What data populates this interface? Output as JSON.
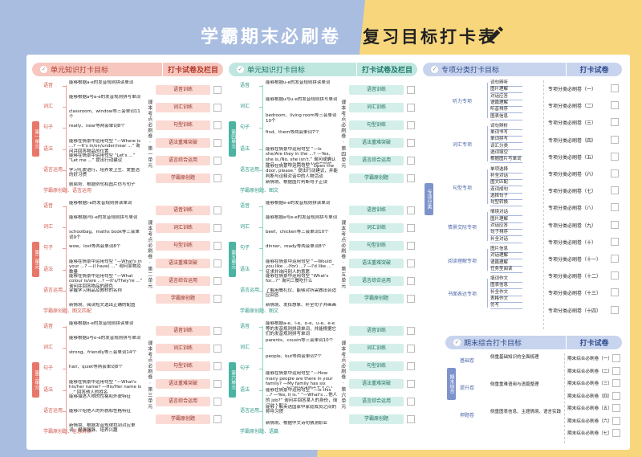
{
  "header": {
    "left_title": "学霸期末必刷卷",
    "right_title": "复习目标打卡表"
  },
  "col1": {
    "title": "单元知识打卡目标",
    "check_title": "打卡试卷及栏目",
    "units": [
      {
        "tag": "第一单元",
        "vlabel": "课本考点必刷卷 · 第一单元",
        "cats": [
          "语音",
          "词汇",
          "句子",
          "语法",
          "语言运用",
          "学霸原创题、语言运用"
        ],
        "texts": [
          "能够根据a-e的发音规则拼读单词",
          "能够根据a与a-e的发音规则拼写单词",
          "classroom、window等三会单词11个",
          "really、near等两会单词8个",
          "能够在情景中运用句型 “—Where is ...? —It's in/on/under/near ...” 询问并回答物品的位置",
          "能够在情景中运用句型 “Let's ...” “Let me ...” 提出行动建议",
          "学习礼貌语行，培养爱卫生、爱整洁的好习惯",
          "剧启势、根据例句和图片仿写句子"
        ],
        "chips": [
          "语音训练",
          "词汇训练",
          "句型训练",
          "语法重难突破",
          "语言综合运用",
          "学霸原创题"
        ]
      },
      {
        "tag": "第二单元",
        "vlabel": "课本考点必刷卷 · 第二单元",
        "cats": [
          "语音",
          "词汇",
          "句子",
          "语法",
          "语言运用",
          "学霸原创题、图文匹配"
        ],
        "texts": [
          "能够根据i-e的发音规则拼读单词",
          "能够根据i与i-e的发音规则拼写单词",
          "schoolbag、maths book等三会单词9个",
          "wow、lost等两会单词8个",
          "能够在情景中运用句型 “—What's in your ...? —(I have) ...” 询问某物及数量",
          "能够在情景中运用句型 “—What colour is/are ...? —It's/They're ...” 询问并回答物品的颜色",
          "掌握学习用品及教材的名称",
          "新情境、阅读短文选出正确的配图"
        ],
        "chips": [
          "语音训练",
          "词汇训练",
          "句型训练",
          "语法重难突破",
          "语言综合运用",
          "学霸原创题"
        ]
      },
      {
        "tag": "第三单元",
        "vlabel": "课本考点必刷卷 · 第三单元",
        "cats": [
          "语音",
          "词汇",
          "句子",
          "语法",
          "语言运用",
          "学霸原创题、信息转换"
        ],
        "texts": [
          "能够根据o-e的发音规则拼读单词",
          "能够根据o与o-e的发音规则拼写单词",
          "strong、friendly等三会单词14个",
          "hair、quiet等两会单词8个",
          "能够在情景中运用句型 “—What's his/her name? —His/Her name is ...” 回答他人的姓名",
          "能够描述人物的性格和外貌特征",
          "能够介绍他人的外貌和性格特征",
          "新情境、根据发音规律找到对应单词、增强强脉、培养兴趣"
        ],
        "chips": [
          "语音训练",
          "词汇训练",
          "句型训练",
          "语法重难突破",
          "语言综合运用",
          "学霸原创题"
        ]
      }
    ]
  },
  "col2": {
    "title": "单元知识打卡目标",
    "check_title": "打卡试卷及栏目",
    "units": [
      {
        "tag": "第四单元",
        "vlabel": "课本考点必刷卷 · 第四单元",
        "cats": [
          "语音",
          "词汇",
          "句子",
          "语法",
          "语言运用",
          "学霸原创题、图文"
        ],
        "texts": [
          "能够根据u-e的发音规则拼读单词",
          "能够根据u与u-e的发音规则拼写单词",
          "bedroom、living room等三会单词10个",
          "find、them等两会单词7个",
          "能够在情景中运用句型 “—Is she/Are they in the ...? —Yes, she is./No, she isn't.” 询问或确认物品、人物的位置并做出相应回答",
          "能够在情景中运用句型 “Open the door, please.” 提出行动建议，并能判断与诠释对话中的人物活动",
          "新情境、根据图片判断句子正误"
        ],
        "chips": [
          "语音训练",
          "词汇训练",
          "句型训练",
          "语法重难突破",
          "语言综合运用",
          "学霸原创题"
        ]
      },
      {
        "tag": "第五单元",
        "vlabel": "课本考点必刷卷 · 第五单元",
        "cats": [
          "语音",
          "词汇",
          "句子",
          "语法",
          "语言运用",
          "学霸原创题、图文"
        ],
        "texts": [
          "能够根据e-e的发音规则拼读单词",
          "能够根据e与e-e的发音规则拼写单词",
          "beef、chicken等三会单词10个",
          "dinner、ready等两会单词8个",
          "能够在情景中运用句型 “—Would you like ...(for) ...? —I'd like ...” 征求并询问别人的意愿",
          "能够在情景中运用句型 “What's for...?” 询问三餐吃什么",
          "了解用餐礼仪、能够对所需做出合适应回答",
          "新情境、发挥想象、补全句子并画画"
        ],
        "chips": [
          "语音训练",
          "词汇训练",
          "句型训练",
          "语法重难突破",
          "语言综合运用",
          "学霸原创题"
        ]
      },
      {
        "tag": "第六单元",
        "vlabel": "课本考点必刷卷 · 第六单元",
        "cats": [
          "语音",
          "词汇",
          "句子",
          "语法",
          "语言运用",
          "学霸原创题、语篇"
        ],
        "texts": [
          "能够根据a-e、i-e、o-e、u-e、e-e等的发音规则拼读单词，并能根据它们的发音规则拼写单词",
          "parents、cousin等三会单词10个",
          "people、but等两会单词7个",
          "能够在情景中运用句型 “—How many people are there in your family? —My family has six people.” 询问和描述家中有几口人及成员",
          "能够在情景中运用句型 “—Is this ...? —Yes, it is.” “—What's ...他人的 job?” 询问并回答某人的身份，询问他人职业",
          "能够了解英语国家中家庭成员之间的称呼习惯",
          "新情境、根据中文诗句猜测职业"
        ],
        "chips": [
          "语音训练",
          "词汇训练",
          "句型训练",
          "语法重难突破",
          "语言综合运用",
          "学霸原创题"
        ]
      }
    ]
  },
  "col3": {
    "title": "专项分类打卡目标",
    "check_title": "打卡试卷",
    "tag": "专项分类",
    "groups": [
      {
        "name": "听力专项",
        "items": [
          "词句辨听",
          "图片理解",
          "对话应答",
          "语篇理解",
          "听音排序",
          "图表信息"
        ]
      },
      {
        "name": "词汇专项",
        "items": [
          "词句辨析",
          "单词书写",
          "单词拼写",
          "词汇分类",
          "选词填空",
          "根据图片写单词"
        ]
      },
      {
        "name": "句型专项",
        "items": [
          "单项选择",
          "补全对话",
          "图文匹配",
          "连词成句",
          "选择句子",
          "句型转换"
        ]
      },
      {
        "name": "情景交际专项",
        "items": [
          "情境对话",
          "图片理解",
          "对话应答",
          "句子排序",
          "补全对话"
        ]
      },
      {
        "name": "阅读理解专项",
        "items": [
          "图片信息",
          "对话理解",
          "语篇理解",
          "任务型阅读"
        ]
      },
      {
        "name": "书面表达专项",
        "items": [
          "填词作文",
          "图表信息",
          "补全作文",
          "表格作文",
          "仿写"
        ]
      }
    ],
    "exams": [
      "专项分类必刷卷（一）",
      "专项分类必刷卷（二）",
      "专项分类必刷卷（三）",
      "专项分类必刷卷（四）",
      "专项分类必刷卷（五）",
      "专项分类必刷卷（六）",
      "专项分类必刷卷（七）",
      "专项分类必刷卷（八）",
      "专项分类必刷卷（九）",
      "专项分类必刷卷（十）",
      "专项分类必刷卷（十一）",
      "专项分类必刷卷（十二）",
      "专项分类必刷卷（十三）",
      "专项分类必刷卷（十四）"
    ]
  },
  "col4": {
    "title": "期末综合打卡目标",
    "check_title": "打卡试卷",
    "tag": "期末综合",
    "groups": [
      {
        "name": "基础卷",
        "desc": "侧重基础知识的全面梳理"
      },
      {
        "name": "提升卷",
        "desc": "侧重重难语用与语篇整理"
      },
      {
        "name": "押题卷",
        "desc": "侧重图表信息、主题情境、语言实践"
      }
    ],
    "exams": [
      "期末综合必刷卷（一）",
      "期末综合必刷卷（二）",
      "期末综合必刷卷（三）",
      "期末综合必刷卷（四）",
      "期末综合必刷卷（五）",
      "期末综合必刷卷（六）",
      "期末综合必刷卷（七）"
    ]
  }
}
